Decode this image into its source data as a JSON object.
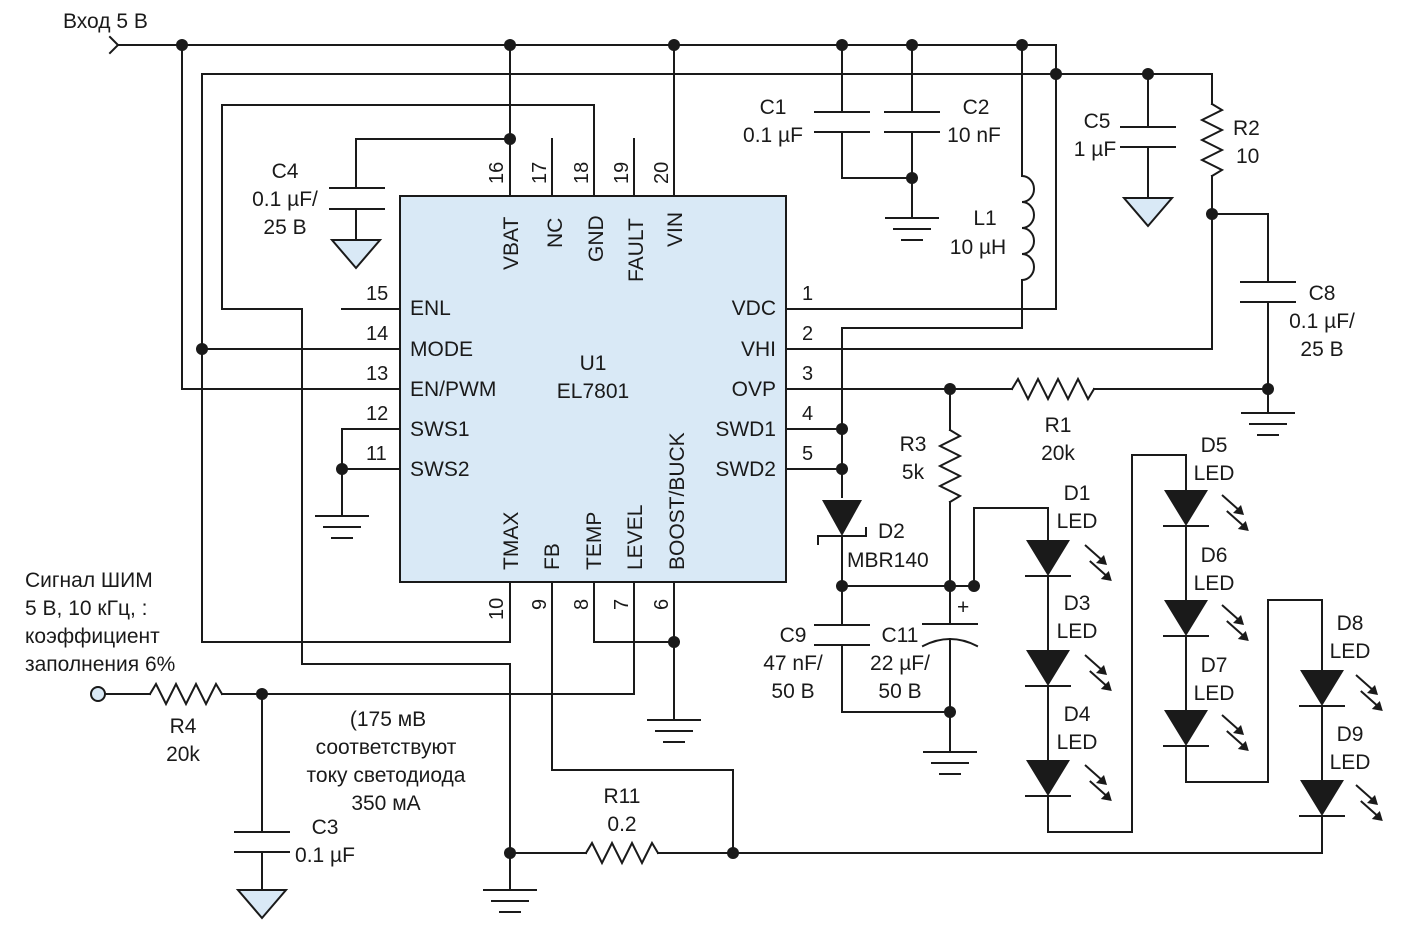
{
  "input": {
    "label": "Вход 5 В"
  },
  "ic": {
    "ref": "U1",
    "part": "EL7801",
    "pins": [
      {
        "num": "1",
        "name": "VDC"
      },
      {
        "num": "2",
        "name": "VHI"
      },
      {
        "num": "3",
        "name": "OVP"
      },
      {
        "num": "4",
        "name": "SWD1"
      },
      {
        "num": "5",
        "name": "SWD2"
      },
      {
        "num": "6",
        "name": "BOOST/BUCK"
      },
      {
        "num": "7",
        "name": "LEVEL"
      },
      {
        "num": "8",
        "name": "TEMP"
      },
      {
        "num": "9",
        "name": "FB"
      },
      {
        "num": "10",
        "name": "TMAX"
      },
      {
        "num": "11",
        "name": "SWS2"
      },
      {
        "num": "12",
        "name": "SWS1"
      },
      {
        "num": "13",
        "name": "EN/PWM"
      },
      {
        "num": "14",
        "name": "MODE"
      },
      {
        "num": "15",
        "name": "ENL"
      },
      {
        "num": "16",
        "name": "VBAT"
      },
      {
        "num": "17",
        "name": "NC"
      },
      {
        "num": "18",
        "name": "GND"
      },
      {
        "num": "19",
        "name": "FAULT"
      },
      {
        "num": "20",
        "name": "VIN"
      }
    ]
  },
  "components": {
    "c1": {
      "ref": "C1",
      "value": "0.1 µF"
    },
    "c2": {
      "ref": "C2",
      "value": "10 nF"
    },
    "c3": {
      "ref": "C3",
      "value": "0.1 µF"
    },
    "c4": {
      "ref": "C4",
      "value1": "0.1 µF/",
      "value2": "25 В"
    },
    "c5": {
      "ref": "C5",
      "value": "1 µF"
    },
    "c8": {
      "ref": "C8",
      "value1": "0.1 µF/",
      "value2": "25 В"
    },
    "c9": {
      "ref": "C9",
      "value1": "47 nF/",
      "value2": "50 В"
    },
    "c11": {
      "ref": "C11",
      "value1": "22 µF/",
      "value2": "50 В",
      "polarity": "+"
    },
    "r1": {
      "ref": "R1",
      "value": "20k"
    },
    "r2": {
      "ref": "R2",
      "value": "10"
    },
    "r3": {
      "ref": "R3",
      "value": "5k"
    },
    "r4": {
      "ref": "R4",
      "value": "20k"
    },
    "r11": {
      "ref": "R11",
      "value": "0.2"
    },
    "l1": {
      "ref": "L1",
      "value": "10 µH"
    },
    "d2": {
      "ref": "D2",
      "value": "MBR140"
    }
  },
  "leds": [
    {
      "ref": "D1",
      "type": "LED"
    },
    {
      "ref": "D3",
      "type": "LED"
    },
    {
      "ref": "D4",
      "type": "LED"
    },
    {
      "ref": "D5",
      "type": "LED"
    },
    {
      "ref": "D6",
      "type": "LED"
    },
    {
      "ref": "D7",
      "type": "LED"
    },
    {
      "ref": "D8",
      "type": "LED"
    },
    {
      "ref": "D9",
      "type": "LED"
    }
  ],
  "pwm": {
    "line1": "Сигнал ШИМ",
    "line2": "5 В, 10 кГц, :",
    "line3": "коэффициент",
    "line4": "заполнения 6%"
  },
  "note": {
    "line1": "(175 мВ",
    "line2": "соответствуют",
    "line3": "току светодиода",
    "line4": "350 мА"
  }
}
